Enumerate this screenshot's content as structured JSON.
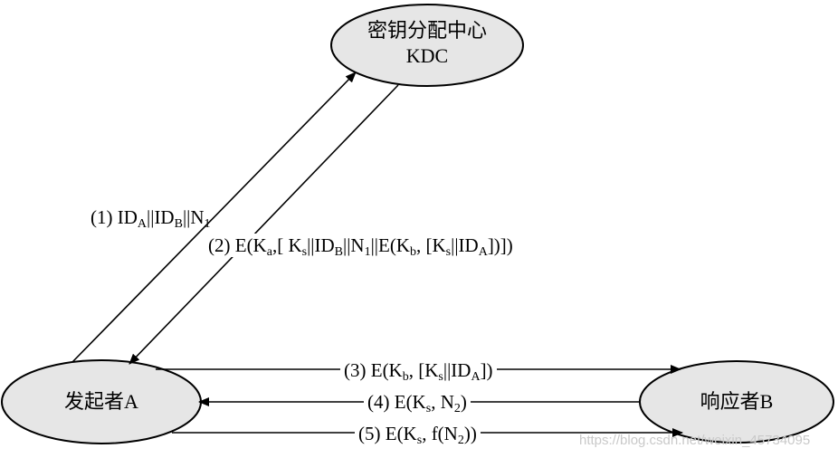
{
  "colors": {
    "node_fill": "#e6e6e6",
    "stroke": "#000000",
    "background": "#ffffff"
  },
  "nodes": {
    "kdc": {
      "line1": "密钥分配中心",
      "line2": "KDC"
    },
    "initiator": {
      "label": "发起者A"
    },
    "responder": {
      "label": "响应者B"
    }
  },
  "messages": {
    "m1": {
      "prefix": "(1) ID",
      "s1": "A",
      "t1": "||ID",
      "s2": "B",
      "t2": "||N",
      "s3": "1"
    },
    "m2": {
      "prefix": "(2) E(K",
      "s1": "a",
      "t1": ",[ K",
      "s2": "s",
      "t2": "||ID",
      "s3": "B",
      "t3": "||N",
      "s4": "1",
      "t4": "||E(K",
      "s5": "b",
      "t5": ", [K",
      "s6": "s",
      "t6": "||ID",
      "s7": "A",
      "t7": "])])"
    },
    "m3": {
      "prefix": "(3) E(K",
      "s1": "b",
      "t1": ", [K",
      "s2": "s",
      "t2": "||ID",
      "s3": "A",
      "t3": "])"
    },
    "m4": {
      "prefix": "(4) E(K",
      "s1": "s",
      "t1": ", N",
      "s2": "2",
      "t2": ")"
    },
    "m5": {
      "prefix": "(5) E(K",
      "s1": "s",
      "t1": ", f(N",
      "s2": "2",
      "t2": "))"
    }
  },
  "watermark": "https://blog.csdn.net/weixin_45734095"
}
